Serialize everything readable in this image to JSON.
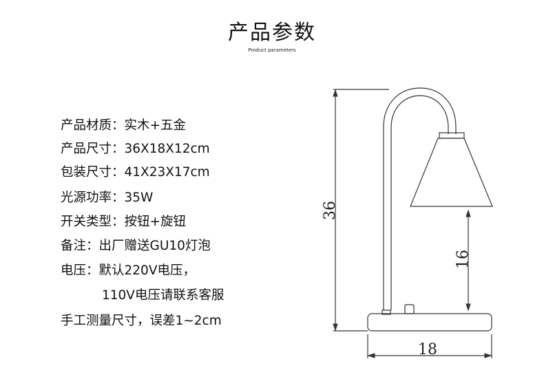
{
  "header": {
    "title": "产品参数",
    "subtitle": "Product parameters"
  },
  "specs": [
    {
      "label": "产品材质：",
      "value": "实木+五金"
    },
    {
      "label": "产品尺寸：",
      "value": "36X18X12cm"
    },
    {
      "label": "包装尺寸：",
      "value": "41X23X17cm"
    },
    {
      "label": "光源功率：",
      "value": "35W"
    },
    {
      "label": "开关类型：",
      "value": "按钮+旋钮"
    },
    {
      "label": "备注：",
      "value": "出厂赠送GU10灯泡"
    },
    {
      "label": "电压：",
      "value": "默认220V电压，"
    },
    {
      "label": "",
      "value": "110V电压请联系客服"
    },
    {
      "label": "手工测量尺寸，",
      "value": "误差1~2cm"
    }
  ],
  "diagram": {
    "height_label": "36",
    "clearance_label": "16",
    "width_label": "18",
    "line_color": "#333333"
  }
}
